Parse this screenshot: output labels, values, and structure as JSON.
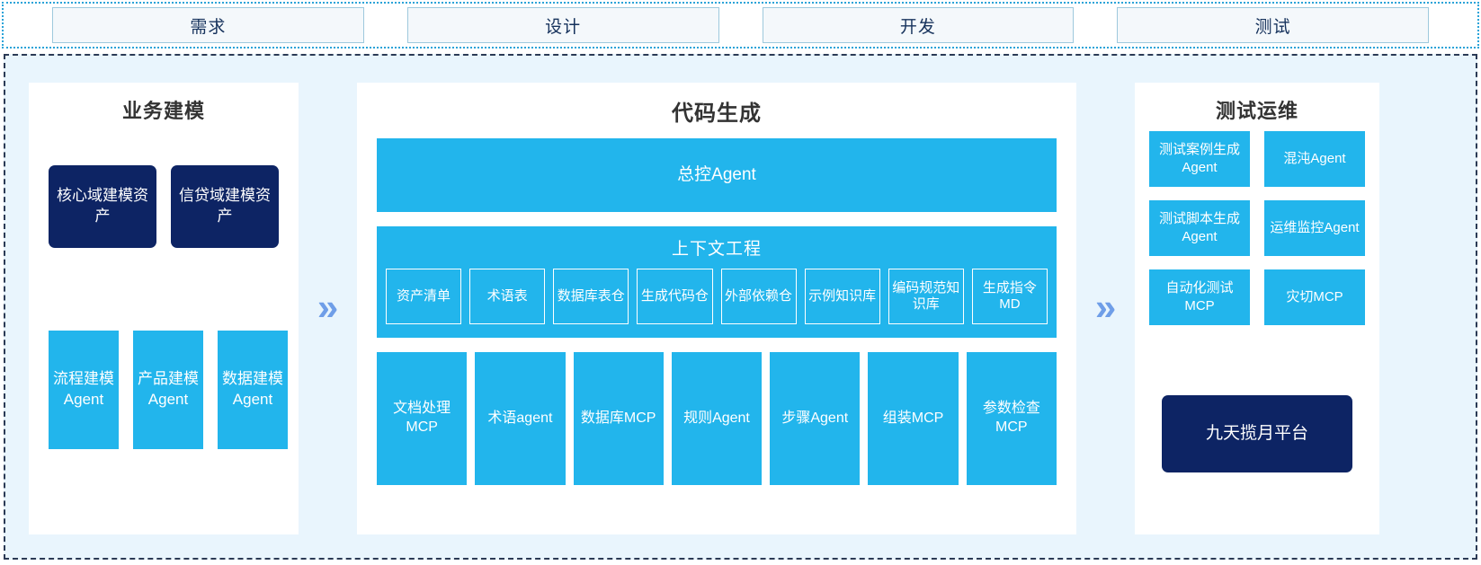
{
  "stages": [
    {
      "label": "需求"
    },
    {
      "label": "设计"
    },
    {
      "label": "开发"
    },
    {
      "label": "测试"
    }
  ],
  "arrows": {
    "first": "»",
    "second": "»"
  },
  "panels": {
    "business_modeling": {
      "title": "业务建模",
      "assets": [
        {
          "label": "核心域建模资产"
        },
        {
          "label": "信贷域建模资产"
        }
      ],
      "agents": [
        {
          "label": "流程建模Agent"
        },
        {
          "label": "产品建模Agent"
        },
        {
          "label": "数据建模Agent"
        }
      ]
    },
    "code_generation": {
      "title": "代码生成",
      "master_agent": "总控Agent",
      "context_engineering": {
        "title": "上下文工程",
        "items": [
          {
            "label": "资产清单"
          },
          {
            "label": "术语表"
          },
          {
            "label": "数据库表仓"
          },
          {
            "label": "生成代码仓"
          },
          {
            "label": "外部依赖仓"
          },
          {
            "label": "示例知识库"
          },
          {
            "label": "编码规范知识库"
          },
          {
            "label": "生成指令MD"
          }
        ]
      },
      "tools": [
        {
          "label": "文档处理MCP"
        },
        {
          "label": "术语agent"
        },
        {
          "label": "数据库MCP"
        },
        {
          "label": "规则Agent"
        },
        {
          "label": "步骤Agent"
        },
        {
          "label": "组装MCP"
        },
        {
          "label": "参数检查MCP"
        }
      ]
    },
    "test_ops": {
      "title": "测试运维",
      "items": [
        {
          "label": "测试案例生成Agent"
        },
        {
          "label": "混沌Agent"
        },
        {
          "label": "测试脚本生成Agent"
        },
        {
          "label": "运维监控Agent"
        },
        {
          "label": "自动化测试MCP"
        },
        {
          "label": "灾切MCP"
        }
      ],
      "platform": "九天揽月平台"
    }
  },
  "colors": {
    "cyan": "#22b5ec",
    "navy": "#0d2464",
    "panel_bg": "#e9f5fd",
    "chevron": "#6f9ee8",
    "stage_border": "#9ec9dd"
  }
}
